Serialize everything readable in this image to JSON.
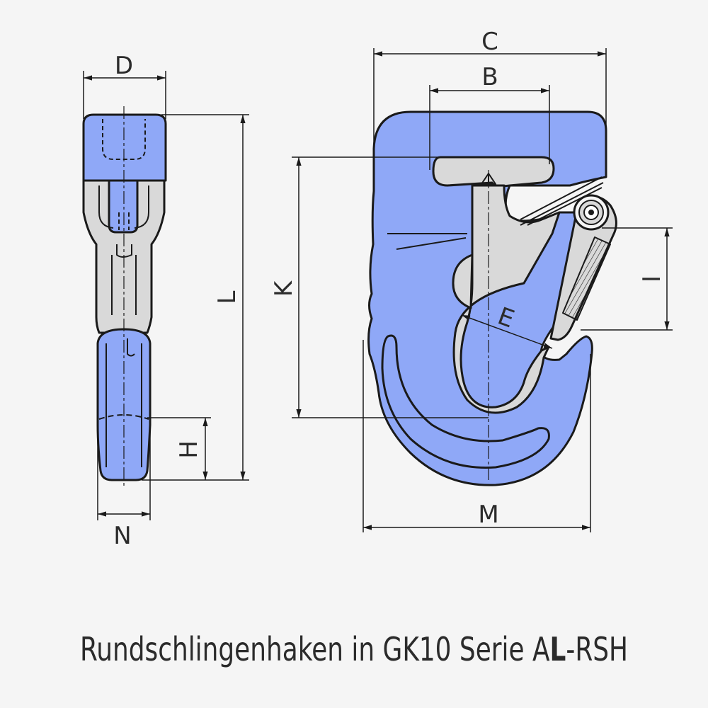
{
  "caption": {
    "prefix": "Rundschlingenhaken in GK10 Serie A",
    "bold": "L",
    "suffix": "-RSH"
  },
  "dimensions": {
    "B": "B",
    "C": "C",
    "D": "D",
    "E": "E",
    "H": "H",
    "I": "I",
    "K": "K",
    "L": "L",
    "M": "M",
    "N": "N"
  },
  "colors": {
    "body_fill": "#8fa8f7",
    "grey_fill": "#d9d9d9",
    "outline": "#1a1a1a",
    "background": "#f5f5f5"
  }
}
